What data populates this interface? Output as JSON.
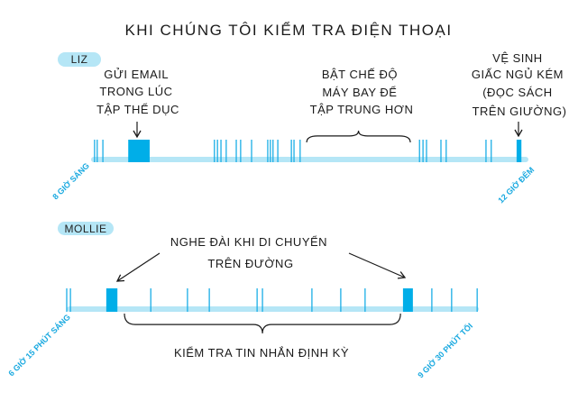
{
  "title": "KHI CHÚNG TÔI KIỂM TRA ĐIỆN THOẠI",
  "colors": {
    "track": "#b5e6f6",
    "tick": "#1aaee6",
    "block": "#00aee8",
    "ink": "#1a1a1a",
    "time": "#19a9e0"
  },
  "liz": {
    "name": "LIZ",
    "start_label": "8 GIỜ SÁNG",
    "end_label": "12 GIỜ ĐÊM",
    "annotations": {
      "email": [
        "GỬI EMAIL",
        "TRONG LÚC",
        "TẬP THỂ DỤC"
      ],
      "airplane": [
        "BẬT CHẾ ĐỘ",
        "MÁY BAY ĐỂ",
        "TẬP TRUNG HƠN"
      ],
      "sleep": [
        "VỆ SINH",
        "GIẤC NGỦ KÉM",
        "(ĐỌC SÁCH",
        "TRÊN GIƯỜNG)"
      ]
    },
    "ticks": [
      0.008,
      0.014,
      0.027,
      0.282,
      0.289,
      0.297,
      0.309,
      0.332,
      0.342,
      0.367,
      0.404,
      0.41,
      0.416,
      0.427,
      0.458,
      0.464,
      0.478,
      0.751,
      0.759,
      0.767,
      0.8,
      0.812,
      0.903,
      0.915
    ],
    "blocks": [
      [
        0.085,
        0.134
      ],
      [
        0.973,
        0.984
      ]
    ],
    "brace": [
      0.493,
      0.73
    ]
  },
  "mollie": {
    "name": "MOLLIE",
    "start_label": "6 GIỜ 15 PHÚT SÁNG",
    "end_label": "9 GIỜ 30 PHÚT TỐI",
    "annotations": {
      "radio": [
        "NGHE ĐÀI KHI DI CHUYỂN",
        "TRÊN ĐƯỜNG"
      ],
      "messages": "KIỂM TRA TIN NHẮN ĐỊNH KỲ"
    },
    "ticks": [
      0,
      0.009,
      0.204,
      0.293,
      0.346,
      0.462,
      0.475,
      0.595,
      0.665,
      0.724,
      0.886,
      0.934,
      0.996
    ],
    "blocks": [
      [
        0.096,
        0.123
      ],
      [
        0.816,
        0.84
      ]
    ],
    "brace": [
      0.14,
      0.81
    ]
  }
}
